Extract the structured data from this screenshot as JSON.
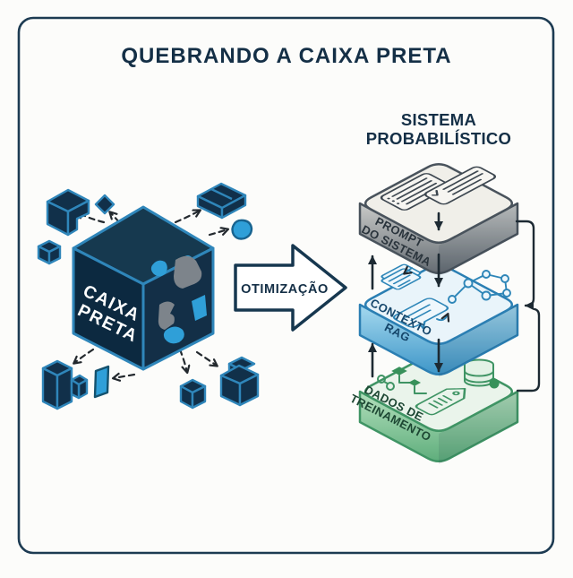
{
  "title": "QUEBRANDO A CAIXA PRETA",
  "black_box": {
    "label_line1": "CAIXA",
    "label_line2": "PRETA"
  },
  "optimization_arrow": {
    "label": "OTIMIZAÇÃO"
  },
  "system": {
    "title_line1": "SISTEMA",
    "title_line2": "PROBABILÍSTICO",
    "layers": [
      {
        "id": "system-prompt",
        "label_line1": "PROMPT",
        "label_line2": "DO SISTEMA",
        "top_color": "#f0efe9",
        "side_color": "#8d9399",
        "outline_color": "#49535c",
        "label_color": "#2a343c",
        "icons": [
          "document-list-icon",
          "document-check-icon"
        ]
      },
      {
        "id": "rag-context",
        "label_line1": "CONTEXTO",
        "label_line2": "RAG",
        "top_color": "#e9f4fa",
        "side_color": "#66b5dc",
        "outline_color": "#2b7fb3",
        "label_color": "#15466b",
        "icons": [
          "stacked-documents-icon",
          "chat-bubble-icon",
          "knowledge-graph-icon"
        ]
      },
      {
        "id": "training-data",
        "label_line1": "DADOS DE",
        "label_line2": "TREINAMENTO",
        "top_color": "#eaf4eb",
        "side_color": "#79bf8f",
        "outline_color": "#3f9464",
        "label_color": "#1d4733",
        "icons": [
          "pipeline-icon",
          "tag-icon",
          "database-icon"
        ]
      }
    ]
  },
  "colors": {
    "background": "#fcfcfa",
    "border": "#1d3b52",
    "title_text": "#142f46",
    "cube_top": "#16394f",
    "cube_left": "#0c2940",
    "cube_right": "#132f47",
    "cube_edge": "#2f86ba",
    "cube_label": "#ffffff",
    "fragment_dark": "#11304a",
    "fragment_blue": "#2f9fd8",
    "fragment_gray": "#7d848b",
    "dashed_arrow": "#23292e",
    "flow_arrow": "#1d2a33",
    "block_arrow_fill": "#ffffff",
    "block_arrow_outline": "#16374f"
  }
}
